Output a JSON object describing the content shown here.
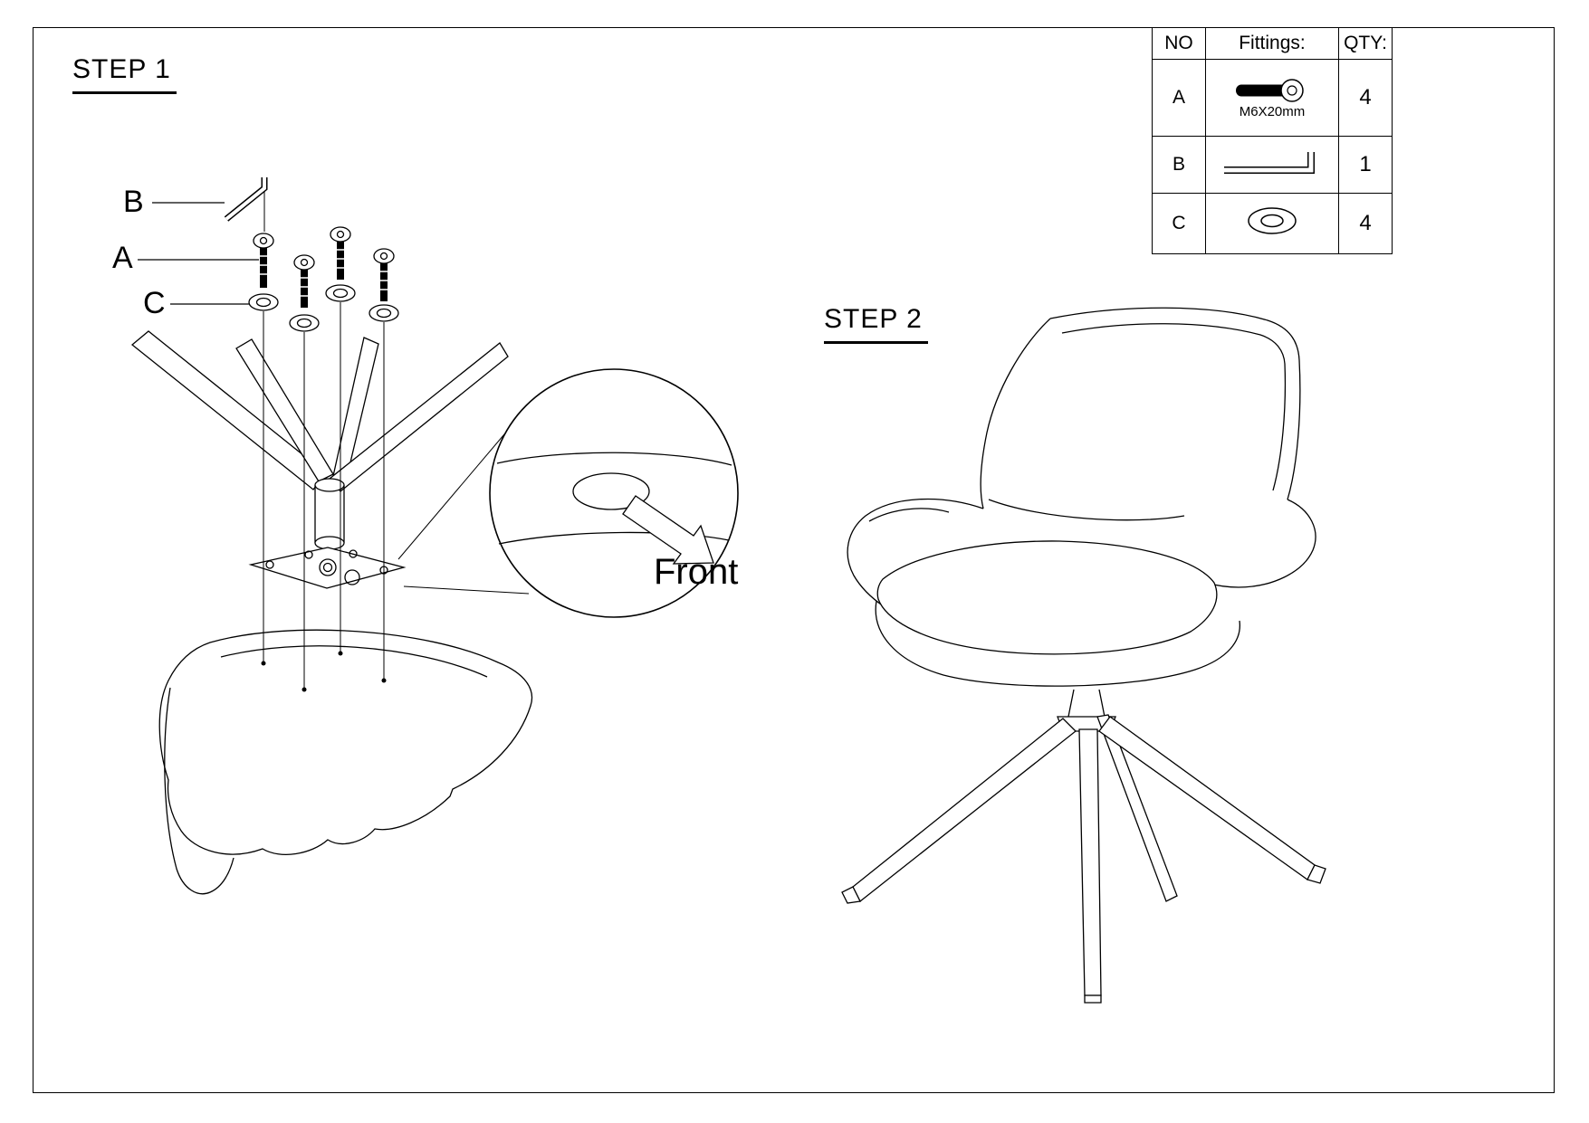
{
  "page": {
    "background": "#ffffff",
    "line_color": "#000000"
  },
  "step1": {
    "title": "STEP 1",
    "label_a": "A",
    "label_b": "B",
    "label_c": "C",
    "front_label": "Front"
  },
  "step2": {
    "title": "STEP 2"
  },
  "fittings_table": {
    "header": {
      "no": "NO",
      "fittings": "Fittings:",
      "qty": "QTY:"
    },
    "rows": [
      {
        "no": "A",
        "icon": "bolt-screw-icon",
        "spec": "M6X20mm",
        "qty": "4"
      },
      {
        "no": "B",
        "icon": "allen-key-icon",
        "qty": "1"
      },
      {
        "no": "C",
        "icon": "washer-icon",
        "qty": "4"
      }
    ]
  }
}
